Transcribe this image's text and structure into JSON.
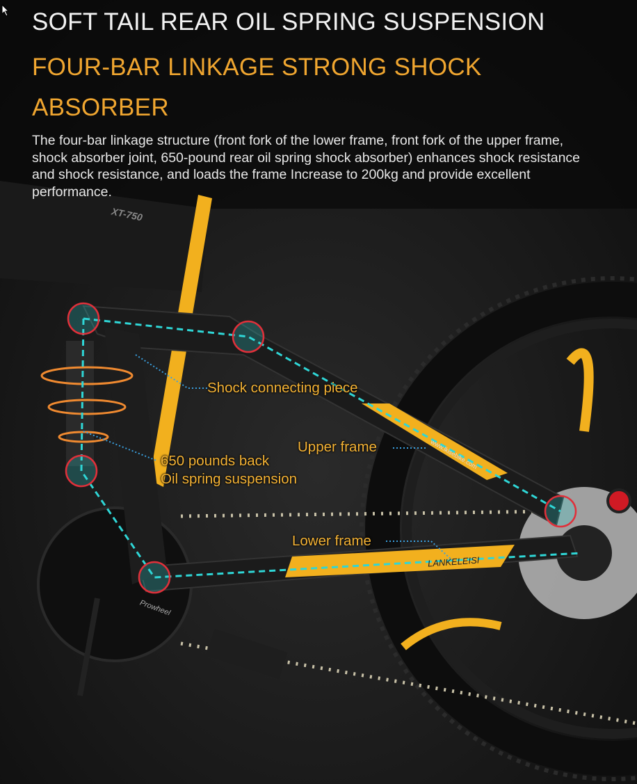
{
  "heading": {
    "title": "SOFT TAIL REAR OIL SPRING SUSPENSION",
    "subtitle": "FOUR-BAR LINKAGE STRONG SHOCK ABSORBER"
  },
  "description": "The four-bar linkage structure (front fork of the lower frame, front fork of the upper frame, shock absorber joint, 650-pound rear oil spring shock absorber) enhances shock resistance and shock resistance, and loads the frame Increase to 200kg and provide excellent performance.",
  "callouts": {
    "shock_piece": "Shock connecting piece",
    "upper_frame": "Upper frame",
    "suspension_line1": "650 pounds back",
    "suspension_line2": "Oil spring suspension",
    "lower_frame": "Lower frame"
  },
  "frame_marks": {
    "model": "XT-750",
    "brand": "LANKELEISI",
    "url": "www.lkisebike.com",
    "crank": "Prowheel"
  },
  "colors": {
    "accent": "#f0a630",
    "frame_yellow": "#f2b01e",
    "linkage": "#2fd6d6",
    "joint_ring": "#e0303a",
    "background": "#141414"
  }
}
